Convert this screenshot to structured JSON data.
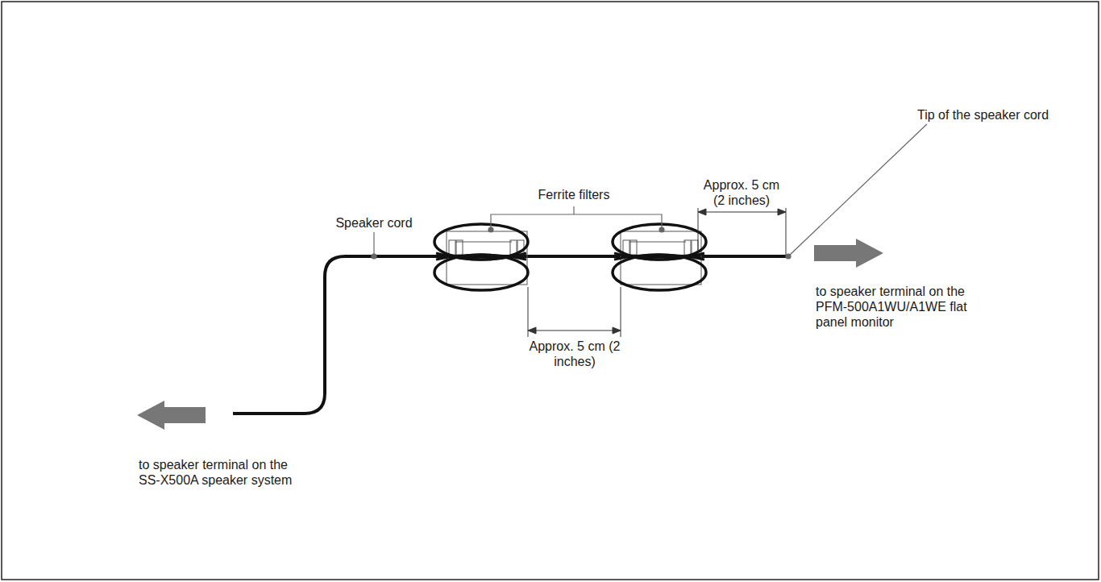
{
  "diagram": {
    "labels": [
      "Speaker cord",
      "Ferrite filters",
      "Tip of the speaker cord",
      "Approx. 5 cm (2 inches)",
      "Approx. 5 cm (2 inches)",
      "to speaker terminal on the PFM-500A1WU/A1WE flat panel monitor",
      "to speaker terminal on the SS-X500A speaker system"
    ]
  }
}
